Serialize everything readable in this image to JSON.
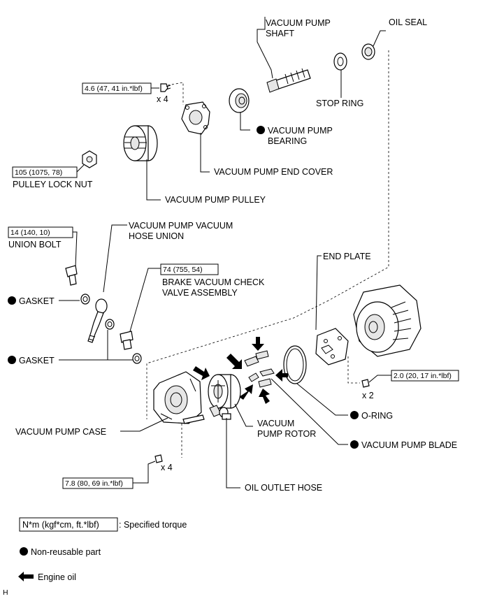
{
  "labels": {
    "vacuum_pump_shaft_1": "VACUUM PUMP",
    "vacuum_pump_shaft_2": "SHAFT",
    "oil_seal": "OIL SEAL",
    "stop_ring": "STOP RING",
    "bearing_1": "VACUUM PUMP",
    "bearing_2": "BEARING",
    "end_cover": "VACUUM PUMP END COVER",
    "pulley_lock_nut": "PULLEY LOCK NUT",
    "pulley": "VACUUM PUMP PULLEY",
    "union_bolt": "UNION BOLT",
    "hose_union_1": "VACUUM PUMP VACUUM",
    "hose_union_2": "HOSE UNION",
    "check_valve_1": "BRAKE VACUUM CHECK",
    "check_valve_2": "VALVE ASSEMBLY",
    "gasket_1": "GASKET",
    "gasket_2": "GASKET",
    "end_plate": "END PLATE",
    "o_ring": "O-RING",
    "pump_case": "VACUUM PUMP CASE",
    "rotor_1": "VACUUM",
    "rotor_2": "PUMP ROTOR",
    "blade": "VACUUM PUMP BLADE",
    "oil_outlet_hose": "OIL OUTLET HOSE"
  },
  "torques": {
    "end_cover_bolt": "4.6 (47, 41 in.*lbf)",
    "pulley_nut": "105 (1075, 78)",
    "union_bolt": "14 (140, 10)",
    "check_valve": "74 (755, 54)",
    "end_plate_bolt": "2.0 (20, 17 in.*lbf)",
    "case_bolt": "7.8 (80, 69 in.*lbf)"
  },
  "quantities": {
    "end_cover_bolts": "x 4",
    "end_plate_bolts": "x 2",
    "case_bolts": "x 4"
  },
  "legend": {
    "torque_box": "N*m (kgf*cm, ft.*lbf)",
    "torque_desc": ": Specified torque",
    "non_reusable": "Non-reusable part",
    "engine_oil": "Engine oil"
  },
  "corner_mark": "H"
}
